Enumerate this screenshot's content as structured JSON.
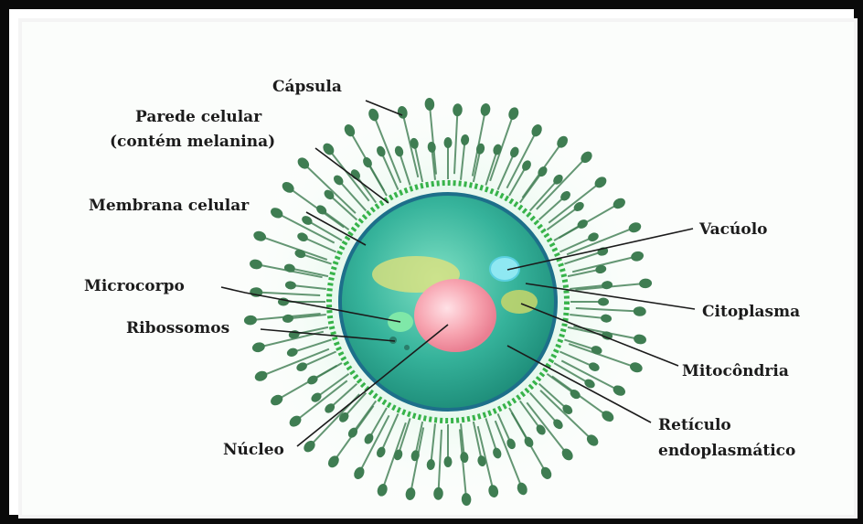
{
  "labels": {
    "capsula": "Cápsula",
    "parede_1": "Parede celular",
    "parede_2": "(contém melanina)",
    "membrana": "Membrana celular",
    "microcorpo": "Microcorpo",
    "ribossomos": "Ribossomos",
    "nucleo": "Núcleo",
    "vacuolo": "Vacúolo",
    "citoplasma": "Citoplasma",
    "mitocondria": "Mitocôndria",
    "reticulo_1": "Retículo",
    "reticulo_2": "endoplasmático"
  },
  "colors": {
    "cytoplasm": "#2fae9a",
    "membrane": "#1f8a5a",
    "spike": "#3f7d52",
    "nucleus": "#f48fa0"
  }
}
